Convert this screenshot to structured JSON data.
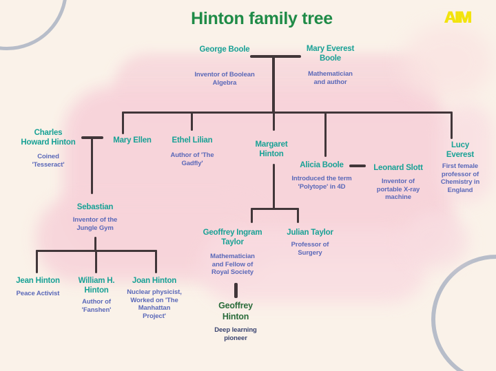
{
  "title": "Hinton family tree",
  "logo": {
    "text": "AIM"
  },
  "colors": {
    "background": "#faf2e9",
    "watercolor_pink": "#f7d3da",
    "connector_line": "#413639",
    "name_teal": "#18a195",
    "subtitle_blue": "#5a68b8",
    "title_green": "#1f8b47",
    "highlight_name_green": "#2a6b3a",
    "highlight_subtitle_navy": "#3a4470",
    "logo_yellow": "#f2e30d",
    "circle_gray": "#b7bdc9"
  },
  "people": [
    {
      "id": "george-boole",
      "name": "George Boole",
      "desc": "Inventor of Boolean\nAlgebra"
    },
    {
      "id": "mary-everest-boole",
      "name": "Mary Everest\nBoole",
      "desc": "Mathematician\nand author"
    },
    {
      "id": "charles-howard-hinton",
      "name": "Charles\nHoward Hinton",
      "desc": "Coined\n'Tesseract'"
    },
    {
      "id": "mary-ellen",
      "name": "Mary Ellen"
    },
    {
      "id": "ethel-lilian",
      "name": "Ethel Lilian",
      "desc": "Author of 'The\nGadfly'"
    },
    {
      "id": "margaret-hinton",
      "name": "Margaret\nHinton"
    },
    {
      "id": "alicia-boole",
      "name": "Alicia Boole",
      "desc": "Introduced the term\n'Polytope' in 4D"
    },
    {
      "id": "leonard-slott",
      "name": "Leonard Slott",
      "desc": "Inventor of\nportable X-ray\nmachine"
    },
    {
      "id": "lucy-everest",
      "name": "Lucy\nEverest",
      "desc": "First female\nprofessor of\nChemistry in\nEngland"
    },
    {
      "id": "sebastian",
      "name": "Sebastian",
      "desc": "Inventor of the\nJungle Gym"
    },
    {
      "id": "jean-hinton",
      "name": "Jean Hinton",
      "desc": "Peace Activist"
    },
    {
      "id": "william-h-hinton",
      "name": "William H.\nHinton",
      "desc": "Author of\n'Fanshen'"
    },
    {
      "id": "joan-hinton",
      "name": "Joan Hinton",
      "desc": "Nuclear physicist,\nWorked on 'The\nManhattan\nProject'"
    },
    {
      "id": "geoffrey-ingram-taylor",
      "name": "Geoffrey Ingram\nTaylor",
      "desc": "Mathematician\nand Fellow of\nRoyal Society"
    },
    {
      "id": "julian-taylor",
      "name": "Julian Taylor",
      "desc": "Professor of\nSurgery"
    },
    {
      "id": "geoffrey-hinton",
      "name": "Geoffrey\nHinton",
      "desc": "Deep learning\npioneer"
    }
  ]
}
